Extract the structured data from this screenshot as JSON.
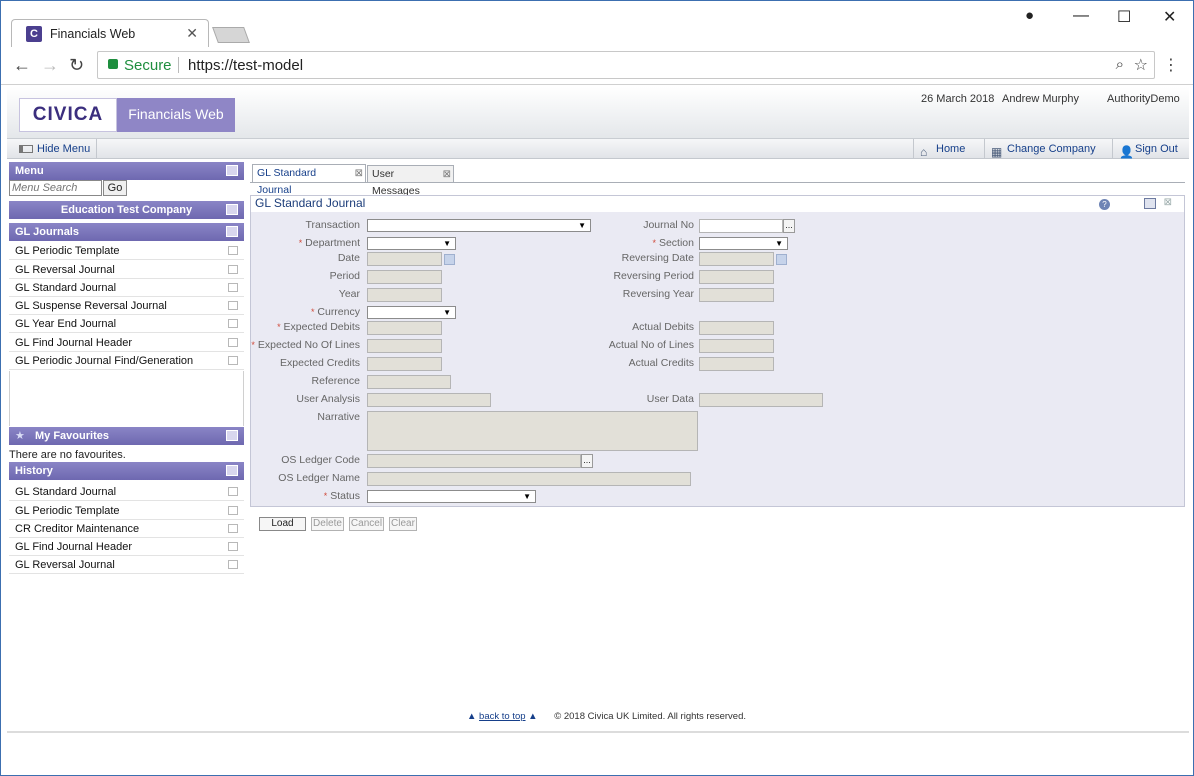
{
  "browser": {
    "tab_title": "Financials Web",
    "tab_favicon": "C",
    "secure_label": "Secure",
    "url_scheme": "https://",
    "url_host": "test-model"
  },
  "app": {
    "logo_brand": "CIVICA",
    "logo_product": "Financials Web",
    "header": {
      "date": "26 March 2018",
      "user": "Andrew Murphy",
      "authority": "AuthorityDemo"
    },
    "toolbar": {
      "hide_menu": "Hide Menu",
      "home": "Home",
      "change_company": "Change Company",
      "sign_out": "Sign Out"
    }
  },
  "menu": {
    "title": "Menu",
    "search_placeholder": "Menu Search",
    "go_label": "Go",
    "company": "Education Test Company",
    "section": "GL Journals",
    "items": [
      "GL Periodic Template",
      "GL Reversal Journal",
      "GL Standard Journal",
      "GL Suspense Reversal Journal",
      "GL Year End Journal",
      "GL Find Journal Header",
      "GL Periodic Journal Find/Generation"
    ]
  },
  "favourites": {
    "title": "My Favourites",
    "empty_text": "There are no favourites."
  },
  "history": {
    "title": "History",
    "items": [
      "GL Standard Journal",
      "GL Periodic Template",
      "CR Creditor Maintenance",
      "GL Find Journal Header",
      "GL Reversal Journal"
    ]
  },
  "tabs": [
    {
      "label": "GL Standard Journal",
      "active": true
    },
    {
      "label": "User Messages",
      "active": false
    }
  ],
  "form": {
    "title": "GL Standard Journal",
    "labels": {
      "transaction": "Transaction",
      "journal_no": "Journal No",
      "department": "Department",
      "section": "Section",
      "date": "Date",
      "reversing_date": "Reversing Date",
      "period": "Period",
      "reversing_period": "Reversing Period",
      "year": "Year",
      "reversing_year": "Reversing Year",
      "currency": "Currency",
      "expected_debits": "Expected Debits",
      "actual_debits": "Actual Debits",
      "expected_lines": "Expected No Of Lines",
      "actual_lines": "Actual No of Lines",
      "expected_credits": "Expected Credits",
      "actual_credits": "Actual Credits",
      "reference": "Reference",
      "user_analysis": "User Analysis",
      "user_data": "User Data",
      "narrative": "Narrative",
      "os_ledger_code": "OS Ledger Code",
      "os_ledger_name": "OS Ledger Name",
      "status": "Status"
    },
    "required_marker": "*",
    "ellipsis": "...",
    "buttons": {
      "load": "Load",
      "delete": "Delete",
      "cancel": "Cancel",
      "clear": "Clear"
    }
  },
  "footer": {
    "back_to_top": "back to top",
    "copyright": "© 2018 Civica UK Limited. All rights reserved."
  },
  "colors": {
    "panel_header": "#7a74ba",
    "form_bg": "#eaeaf3",
    "link": "#163f8a",
    "required": "#d04a3a"
  }
}
